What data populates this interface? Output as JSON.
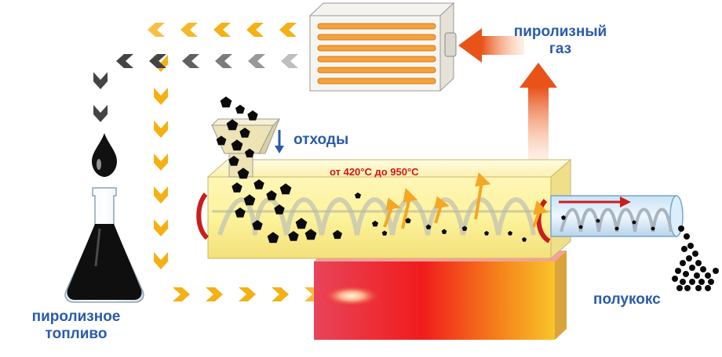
{
  "labels": {
    "pyrolysis_gas": "пиролизный\nгаз",
    "waste": "отходы",
    "temperature": "от 420°C до 950°C",
    "semi_coke": "полукокс",
    "pyrolysis_fuel": "пиролизное\nтопливо"
  },
  "colors": {
    "label_blue": "#2a5ba8",
    "temperature_red": "#d11616",
    "flow_yellow": "#f5b014",
    "flow_dark": "#444444",
    "gas_orange": "#e8531a"
  }
}
